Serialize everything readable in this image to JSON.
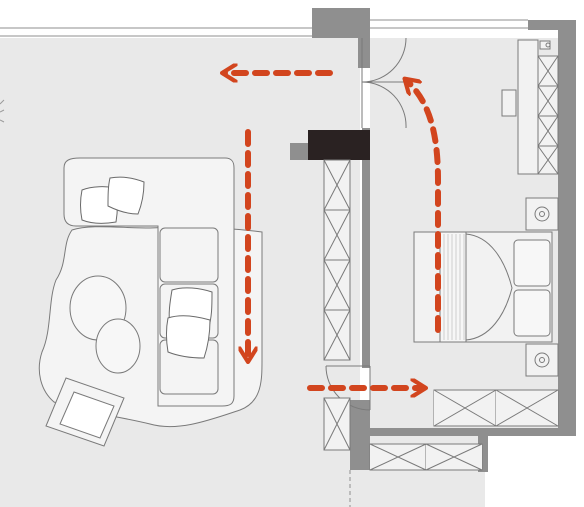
{
  "colors": {
    "background": "#ffffff",
    "floor": "#e9e9e9",
    "wall": "#8f8f8f",
    "furniture_fill": "#f2f2f2",
    "outline": "#7a7a7a",
    "chimney": "#2a2222",
    "arrow": "#d2451e"
  },
  "watermark": "",
  "rooms": [
    {
      "name": "living-room"
    },
    {
      "name": "bedroom"
    }
  ],
  "flow_arrows": [
    {
      "name": "arrow-door-to-living-left"
    },
    {
      "name": "arrow-living-down"
    },
    {
      "name": "arrow-hall-to-bedroom"
    },
    {
      "name": "arrow-bedroom-up-to-door"
    }
  ]
}
